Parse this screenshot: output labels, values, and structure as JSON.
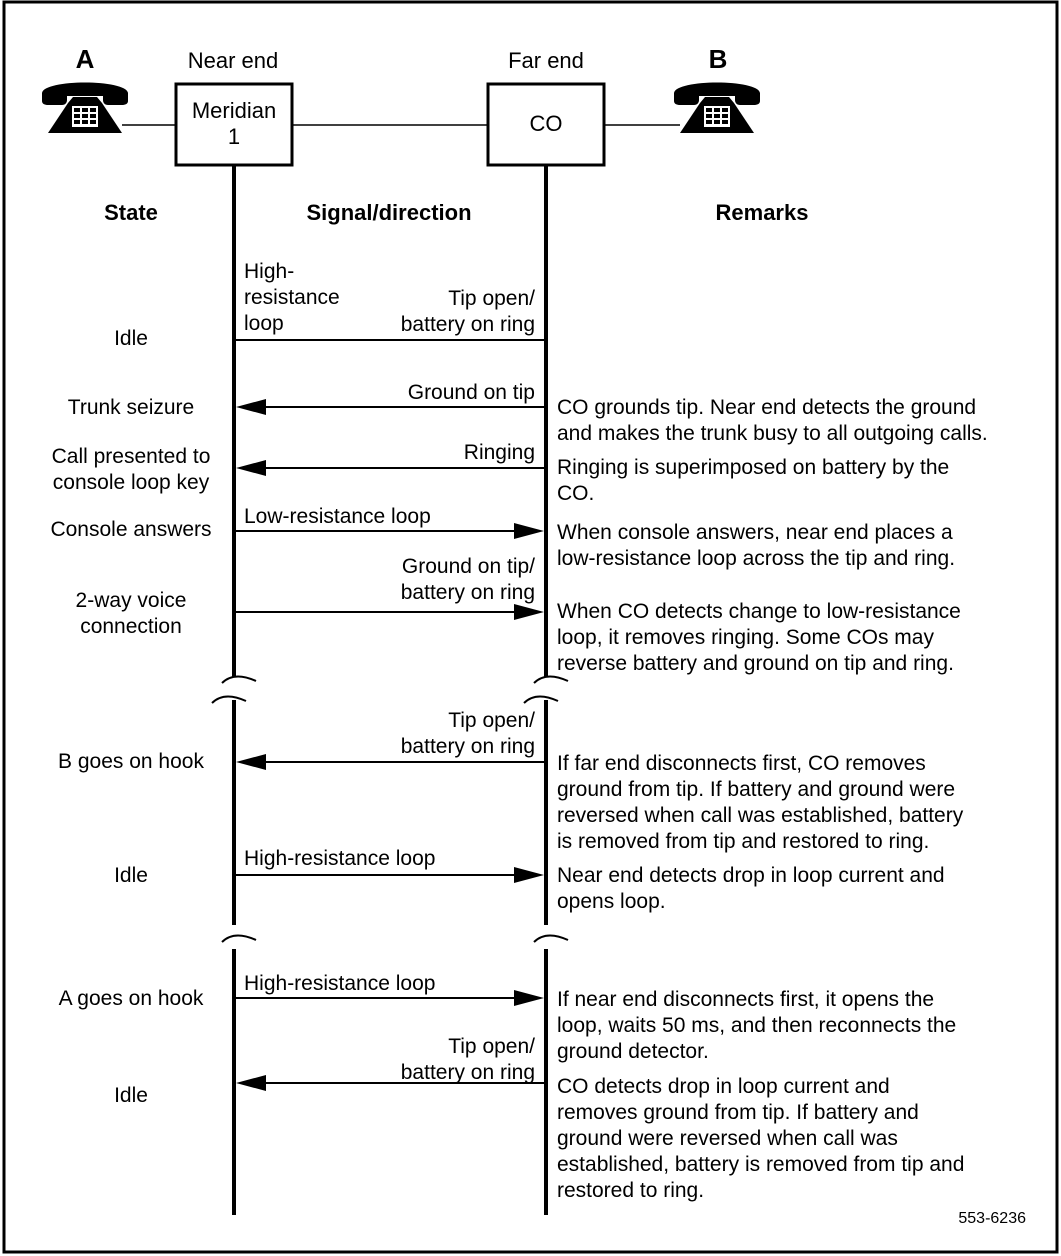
{
  "header": {
    "party_a": "A",
    "party_b": "B",
    "near_end": "Near end",
    "far_end": "Far end",
    "near_box": [
      "Meridian",
      "1"
    ],
    "far_box": "CO"
  },
  "columns": {
    "state": "State",
    "signal": "Signal/direction",
    "remarks": "Remarks"
  },
  "rows": [
    {
      "state": [
        "Idle"
      ],
      "signal": [
        "High-",
        "resistance",
        "loop"
      ],
      "signal_right": [
        "Tip open/",
        "battery on ring"
      ],
      "direction": "none",
      "remarks": []
    },
    {
      "state": [
        "Trunk seizure"
      ],
      "signal": [
        "Ground on tip"
      ],
      "direction": "to-near-end",
      "remarks": [
        "CO grounds tip. Near end detects the ground",
        "and makes the trunk busy to all outgoing calls."
      ]
    },
    {
      "state": [
        "Call presented to",
        "console loop key"
      ],
      "signal": [
        "Ringing"
      ],
      "direction": "to-near-end",
      "remarks": [
        "Ringing is superimposed on battery by the",
        "CO."
      ]
    },
    {
      "state": [
        "Console answers"
      ],
      "signal": [
        "Low-resistance loop"
      ],
      "direction": "to-far-end",
      "remarks": [
        "When console answers, near end places a",
        "low-resistance loop across the tip and ring."
      ]
    },
    {
      "state": [
        "2-way voice",
        "connection"
      ],
      "signal": [
        "Ground on tip/",
        "battery on ring"
      ],
      "direction": "to-far-end",
      "remarks": [
        "When CO detects change to low-resistance",
        "loop, it removes ringing. Some COs may",
        "reverse battery and ground on tip and ring."
      ]
    },
    {
      "state": [
        "B goes on hook"
      ],
      "signal": [
        "Tip open/",
        "battery on ring"
      ],
      "direction": "to-near-end",
      "remarks": [
        "If far end disconnects first, CO removes",
        "ground from tip. If battery and ground were",
        "reversed when call was established, battery",
        "is removed from tip and restored to ring."
      ]
    },
    {
      "state": [
        "Idle"
      ],
      "signal": [
        "High-resistance loop"
      ],
      "direction": "to-far-end",
      "remarks": [
        "Near end detects drop in loop current and",
        "opens loop."
      ]
    },
    {
      "state": [
        "A goes on hook"
      ],
      "signal": [
        "High-resistance loop"
      ],
      "direction": "to-far-end",
      "remarks": [
        "If near end disconnects first, it opens the",
        "loop, waits 50 ms, and then reconnects the",
        "ground detector."
      ]
    },
    {
      "state": [
        "Idle"
      ],
      "signal": [
        "Tip open/",
        "battery on ring"
      ],
      "direction": "to-near-end",
      "remarks": [
        "CO detects drop in loop current and",
        "removes ground from tip. If battery and",
        "ground were reversed when call was",
        "established, battery is removed from tip and",
        "restored to ring."
      ]
    }
  ],
  "figure_id": "553-6236",
  "icons": [
    "telephone-icon",
    "telephone-icon"
  ]
}
